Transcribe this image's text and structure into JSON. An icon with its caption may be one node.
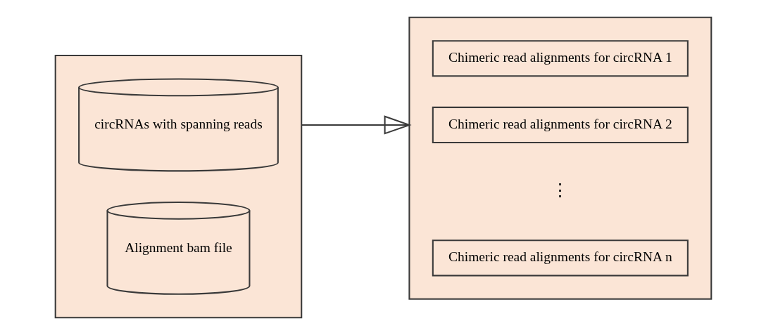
{
  "diagram": {
    "nodes": [
      {
        "text": [],
        "shape": "box"
      },
      {
        "text": [
          "circRNAs with spanning reads"
        ],
        "in": 0
      },
      {
        "text": [
          "Alignment bam file"
        ],
        "in": 0
      },
      {
        "text": [],
        "shape": "box"
      },
      {
        "text": [
          "Chimeric read alignments for circRNA 1"
        ],
        "in": 3
      },
      {
        "text": [
          "Chimeric read alignments for circRNA 2"
        ],
        "in": 3
      },
      {
        "text": [
          "Chimeric read alignments for circRNA n"
        ],
        "in": 3
      }
    ],
    "edges": [
      {
        "from": 0,
        "to": 3,
        "arrow": "to"
      }
    ],
    "labels": [
      "⋮"
    ]
  }
}
